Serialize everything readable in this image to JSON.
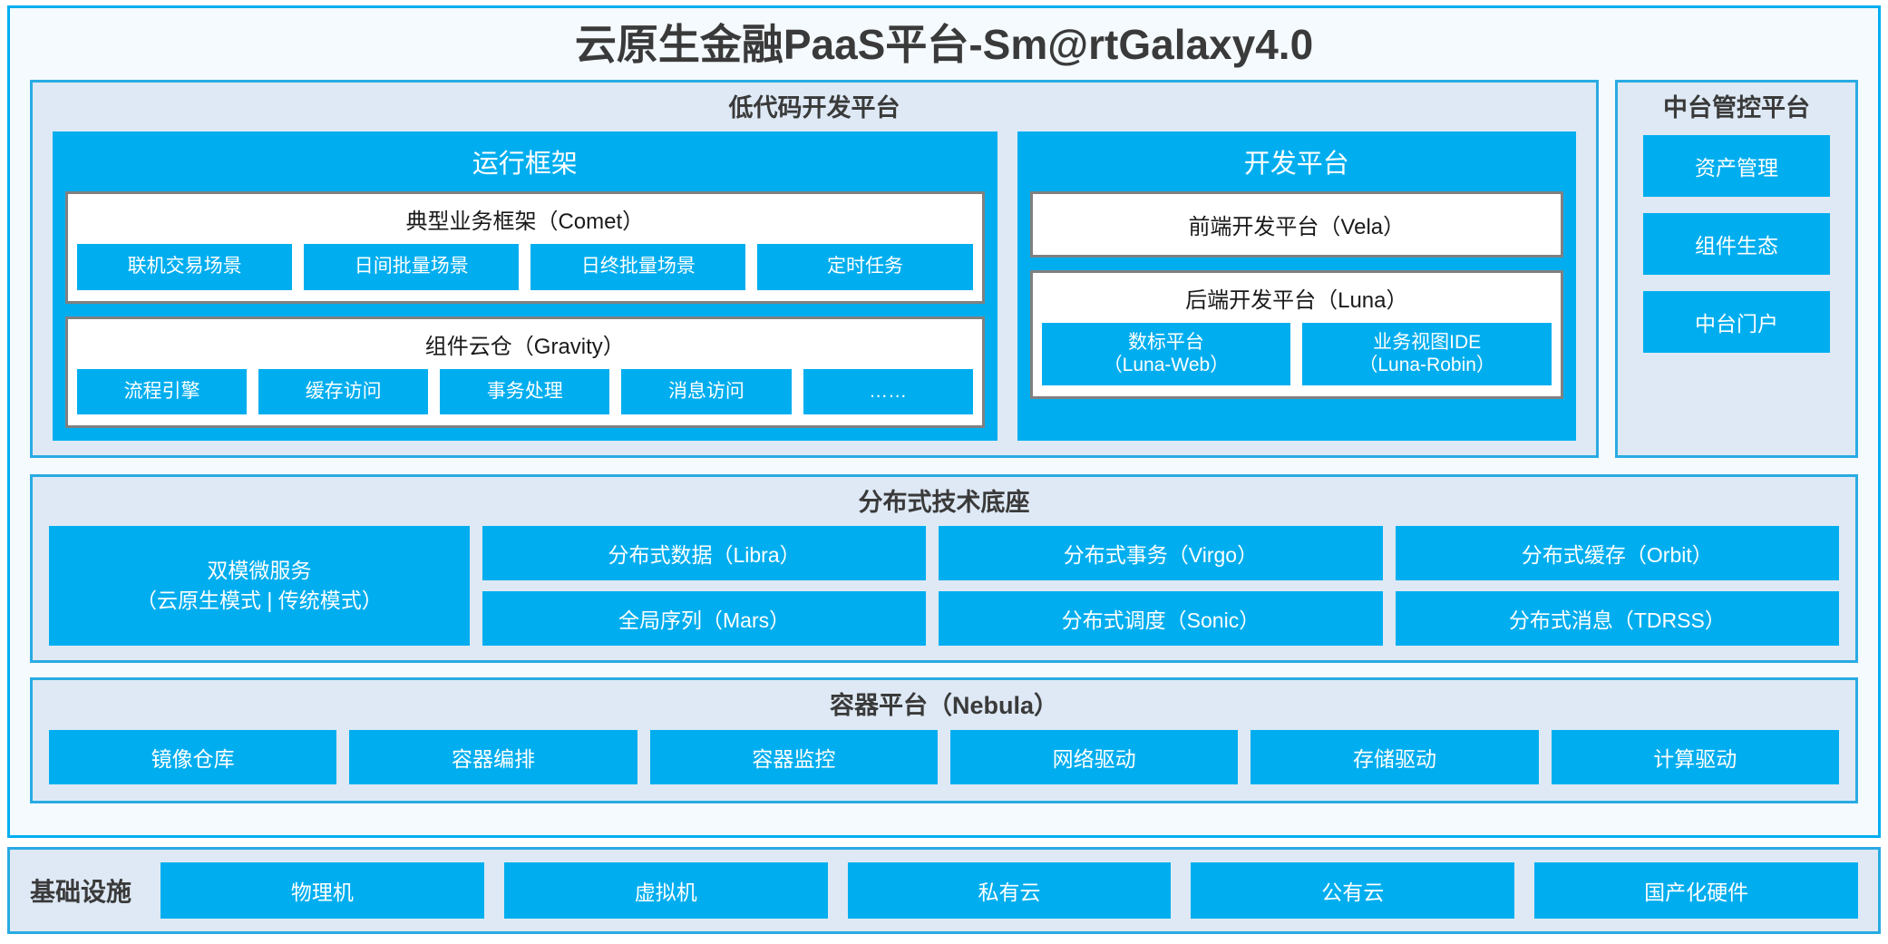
{
  "title": "云原生金融PaaS平台-Sm@rtGalaxy4.0",
  "colors": {
    "accent": "#00AEEF",
    "panel_border": "#29ABE2",
    "panel_bg": "#DEE9F5",
    "card_bg": "#F4FAFE",
    "sub_border": "#808080",
    "text_dark": "#3A3A3A"
  },
  "lowcode": {
    "title": "低代码开发平台",
    "runtime": {
      "title": "运行框架",
      "comet": {
        "title": "典型业务框架（Comet）",
        "items": [
          "联机交易场景",
          "日间批量场景",
          "日终批量场景",
          "定时任务"
        ]
      },
      "gravity": {
        "title": "组件云仓（Gravity）",
        "items": [
          "流程引擎",
          "缓存访问",
          "事务处理",
          "消息访问",
          "……"
        ]
      }
    },
    "devplatform": {
      "title": "开发平台",
      "vela": "前端开发平台（Vela）",
      "luna": {
        "title": "后端开发平台（Luna）",
        "items": [
          {
            "line1": "数标平台",
            "line2": "（Luna-Web）"
          },
          {
            "line1": "业务视图IDE",
            "line2": "（Luna-Robin）"
          }
        ]
      }
    }
  },
  "control_platform": {
    "title": "中台管控平台",
    "items": [
      "资产管理",
      "组件生态",
      "中台门户"
    ]
  },
  "distributed": {
    "title": "分布式技术底座",
    "dual_mode": {
      "line1": "双模微服务",
      "line2": "（云原生模式 | 传统模式）"
    },
    "columns": [
      [
        "分布式数据（Libra）",
        "全局序列（Mars）"
      ],
      [
        "分布式事务（Virgo）",
        "分布式调度（Sonic）"
      ],
      [
        "分布式缓存（Orbit）",
        "分布式消息（TDRSS）"
      ]
    ]
  },
  "container_platform": {
    "title": "容器平台（Nebula）",
    "items": [
      "镜像仓库",
      "容器编排",
      "容器监控",
      "网络驱动",
      "存储驱动",
      "计算驱动"
    ]
  },
  "infrastructure": {
    "label": "基础设施",
    "items": [
      "物理机",
      "虚拟机",
      "私有云",
      "公有云",
      "国产化硬件"
    ]
  }
}
